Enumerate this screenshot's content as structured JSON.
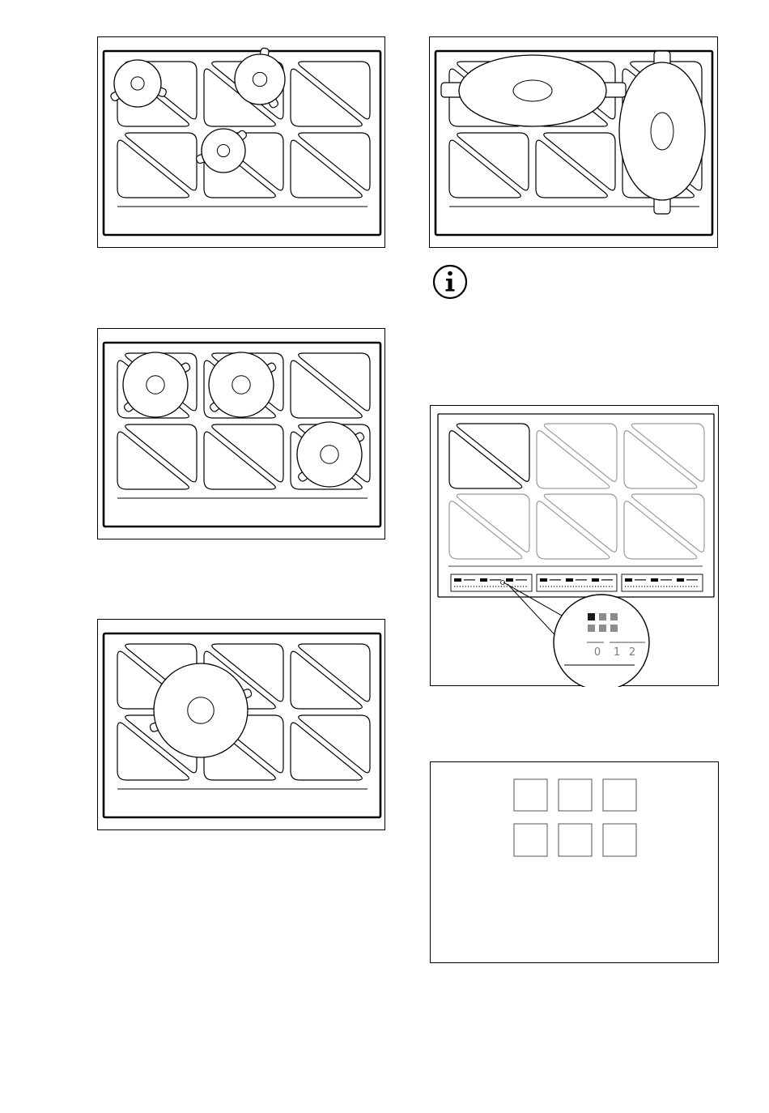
{
  "figures": [
    {
      "id": "fig-a",
      "cookware": "three-small-pots"
    },
    {
      "id": "fig-b",
      "cookware": "three-medium-pots"
    },
    {
      "id": "fig-c",
      "cookware": "one-large-pot"
    },
    {
      "id": "fig-d",
      "cookware": "two-oval-roasters"
    },
    {
      "id": "fig-e",
      "cookware": "control-panel-zoom"
    },
    {
      "id": "fig-f",
      "cookware": "zone-grid"
    }
  ],
  "info_icon": {
    "icon": "info-icon",
    "glyph": "i"
  },
  "zone_indicator": {
    "scale": [
      "0",
      "1",
      "2"
    ],
    "active_color": "#1a1a1a",
    "inactive_color": "#8c8c8c"
  },
  "colors": {
    "outline": "#000000",
    "dimmed_zone": "#9a9a9a"
  }
}
